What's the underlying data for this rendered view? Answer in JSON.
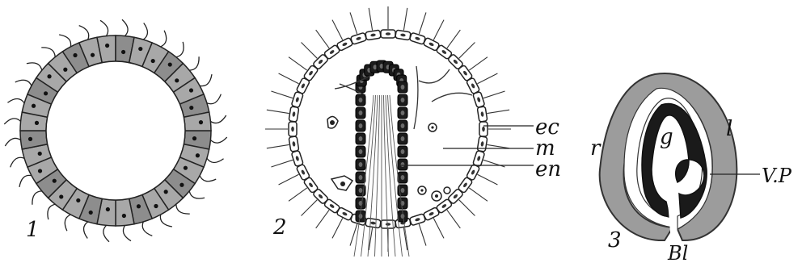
{
  "figures": [
    {
      "number": "1"
    },
    {
      "number": "2",
      "labels": [
        "ec",
        "m",
        "en"
      ]
    },
    {
      "number": "3",
      "labels": [
        "r",
        "g",
        "l",
        "V.P",
        "Bl"
      ]
    }
  ]
}
